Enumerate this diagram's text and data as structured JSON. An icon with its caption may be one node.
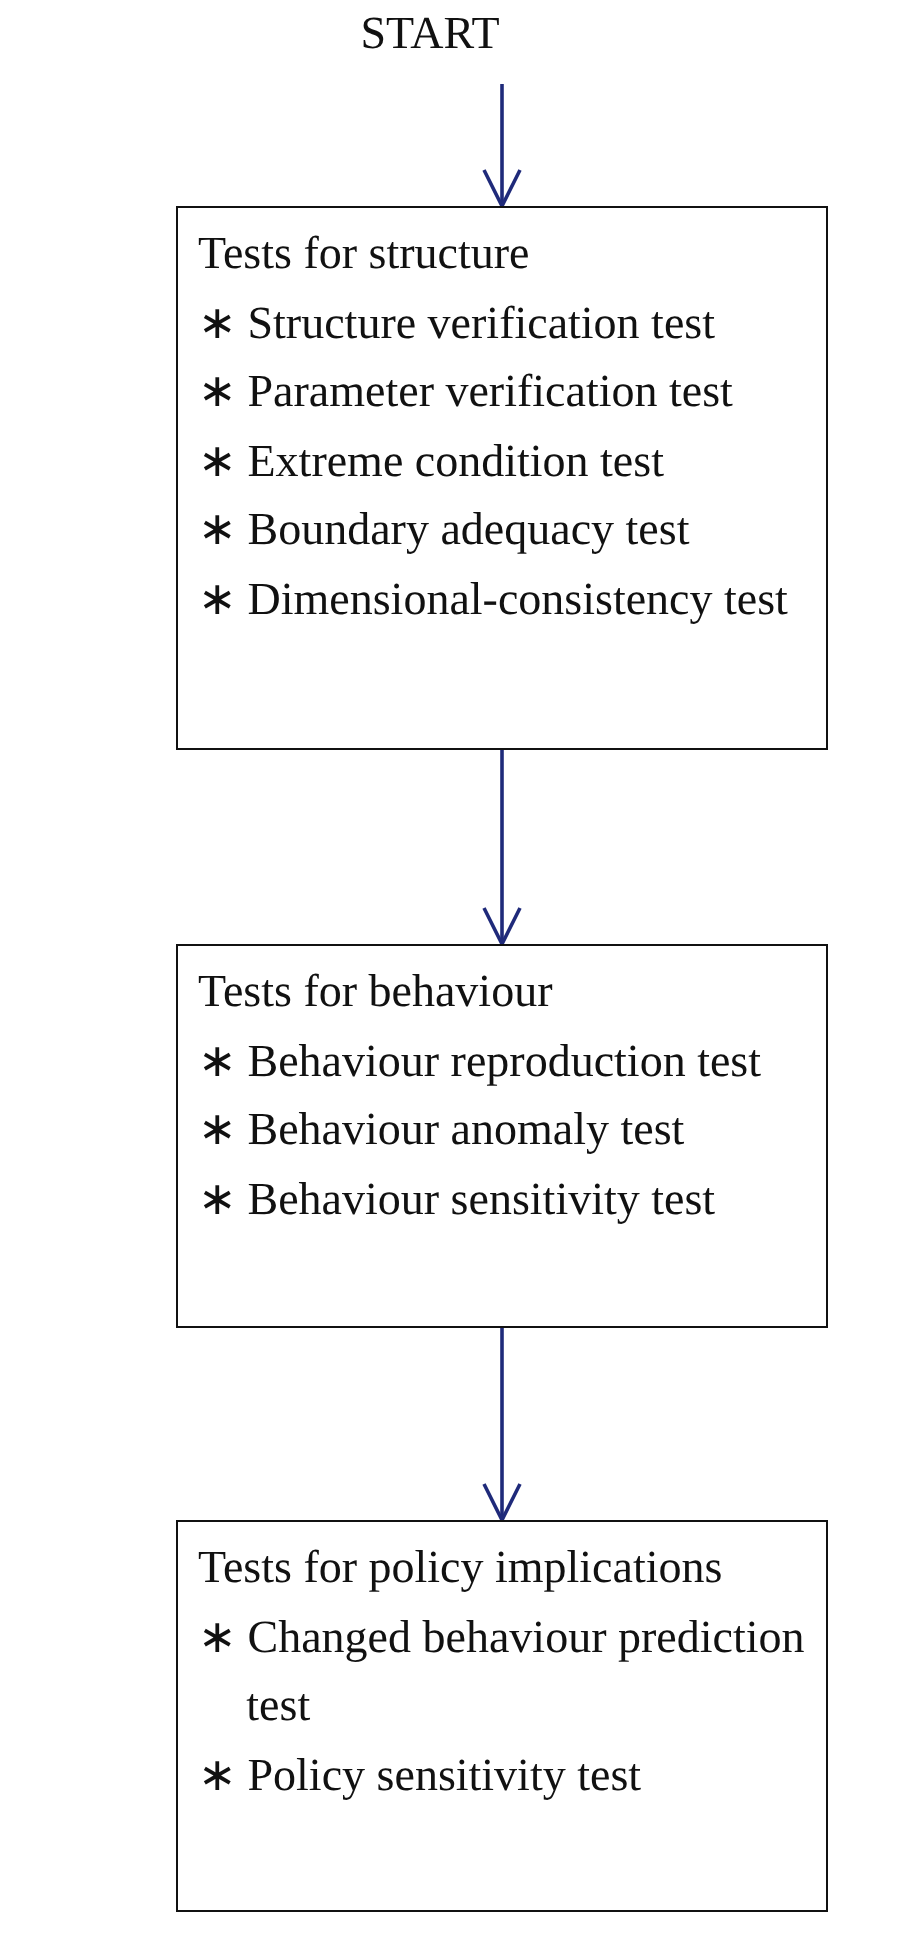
{
  "diagram": {
    "nodes": [
      {
        "text": [
          "START"
        ]
      },
      {
        "text": [
          "Tests for structure",
          "∗ Structure verification test",
          "∗ Parameter verification test",
          "∗ Extreme condition test",
          "∗ Boundary adequacy test",
          "∗ Dimensional-consistency test"
        ]
      },
      {
        "text": [
          "Tests for behaviour",
          "∗ Behaviour reproduction test",
          "∗ Behaviour anomaly test",
          "∗ Behaviour sensitivity test"
        ]
      },
      {
        "text": [
          "Tests for policy implications",
          "∗ Changed behaviour prediction test",
          "∗ Policy sensitivity test"
        ]
      }
    ],
    "edges": [
      {
        "from": 0,
        "to": 1,
        "arrow": "to"
      },
      {
        "from": 1,
        "to": 2,
        "arrow": "to"
      },
      {
        "from": 2,
        "to": 3,
        "arrow": "to"
      }
    ]
  }
}
